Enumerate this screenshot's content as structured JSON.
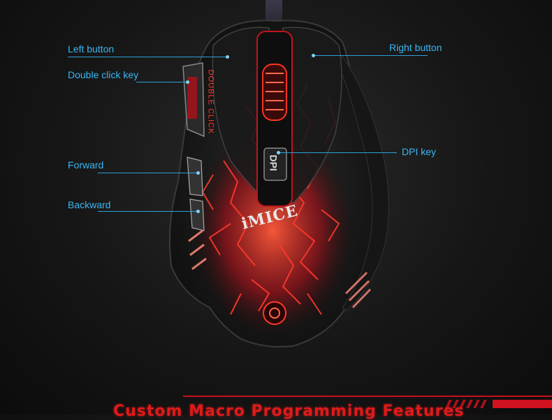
{
  "callouts": {
    "left_button": "Left button",
    "double_click_key": "Double click key",
    "forward": "Forward",
    "backward": "Backward",
    "right_button": "Right button",
    "dpi_key": "DPI key"
  },
  "mouse": {
    "brand_logo": "iMICE",
    "side_label": "DOUBLE CLICK",
    "dpi_button_label": "DPI"
  },
  "banner": {
    "title": "Custom Macro Programming Features"
  },
  "colors": {
    "callout_text": "#39b6f2",
    "callout_line": "#2f9fd8",
    "accent_red": "#d11220",
    "mouse_body": "#1b1b1b",
    "glow": "#ff2a2a"
  }
}
